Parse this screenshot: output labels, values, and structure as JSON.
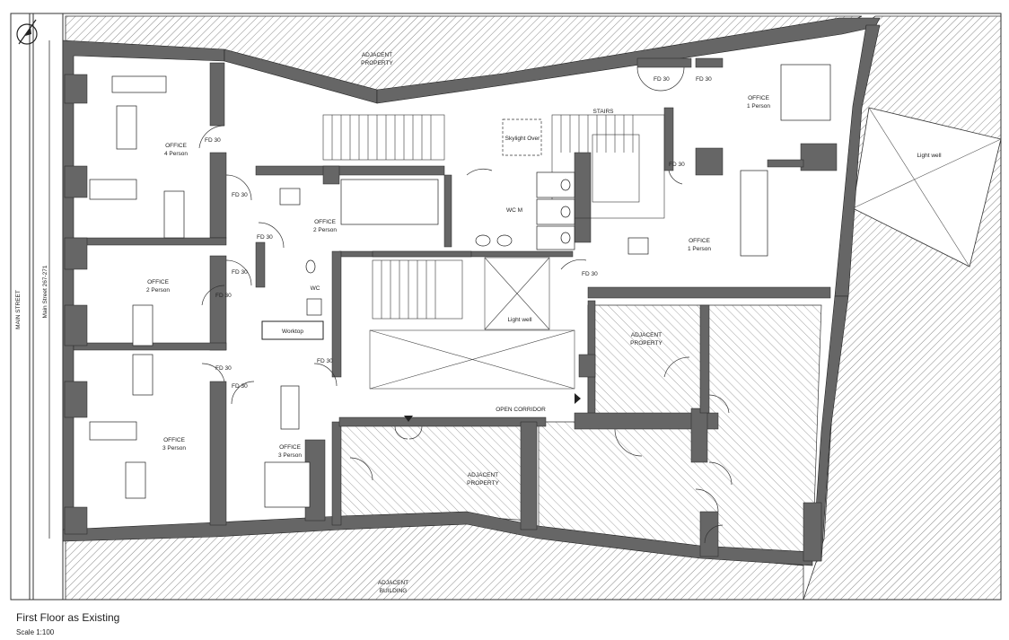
{
  "north_arrow": "north-arrow-icon",
  "street": {
    "name": "MAIN STREET",
    "address": "Main Street 267-271"
  },
  "rooms": {
    "office_4": {
      "name": "OFFICE",
      "capacity": "4 Person"
    },
    "office_2_west": {
      "name": "OFFICE",
      "capacity": "2 Person"
    },
    "office_3_west": {
      "name": "OFFICE",
      "capacity": "3 Person"
    },
    "office_2_centre": {
      "name": "OFFICE",
      "capacity": "2 Person"
    },
    "office_3_centre": {
      "name": "OFFICE",
      "capacity": "3 Person"
    },
    "office_1_ne": {
      "name": "OFFICE",
      "capacity": "1 Person"
    },
    "office_1_east": {
      "name": "OFFICE",
      "capacity": "1 Person"
    },
    "wc_m": "WC M",
    "wc": "WC",
    "worktop": "Worktop",
    "stairs": "STAIRS",
    "skylight": "Skylight Over",
    "light_well_centre": "Light well",
    "light_well_east": "Light well",
    "open_corridor": "OPEN CORRIDOR"
  },
  "adjacent": {
    "north": [
      "ADJACENT",
      "PROPERTY"
    ],
    "south_building": [
      "ADJACENT",
      "BUILDING"
    ],
    "centre": [
      "ADJACENT",
      "PROPERTY"
    ],
    "east": [
      "ADJACENT",
      "PROPERTY"
    ]
  },
  "door_label": "FD 30",
  "caption": {
    "title": "First Floor as Existing",
    "scale": "Scale 1:100"
  }
}
